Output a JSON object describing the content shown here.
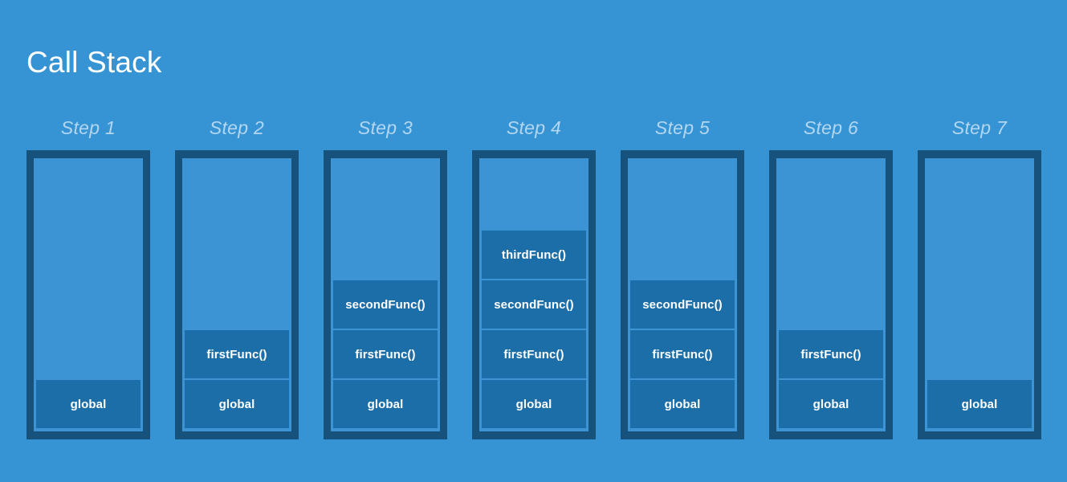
{
  "page": {
    "title": "Call Stack",
    "background_color": "#3694d5"
  },
  "colors": {
    "background": "#3694d5",
    "stack_border": "#17527d",
    "stack_interior": "#3d94d4",
    "frame_fill": "#1c6ea8",
    "title_text": "#ffffff",
    "step_label_text": "rgba(255,255,255,0.62)",
    "frame_text": "#ffffff"
  },
  "steps": [
    {
      "label": "Step 1",
      "frames": [
        {
          "name": "global"
        }
      ]
    },
    {
      "label": "Step 2",
      "frames": [
        {
          "name": "firstFunc()"
        },
        {
          "name": "global"
        }
      ]
    },
    {
      "label": "Step 3",
      "frames": [
        {
          "name": "secondFunc()"
        },
        {
          "name": "firstFunc()"
        },
        {
          "name": "global"
        }
      ]
    },
    {
      "label": "Step 4",
      "frames": [
        {
          "name": "thirdFunc()"
        },
        {
          "name": "secondFunc()"
        },
        {
          "name": "firstFunc()"
        },
        {
          "name": "global"
        }
      ]
    },
    {
      "label": "Step 5",
      "frames": [
        {
          "name": "secondFunc()"
        },
        {
          "name": "firstFunc()"
        },
        {
          "name": "global"
        }
      ]
    },
    {
      "label": "Step 6",
      "frames": [
        {
          "name": "firstFunc()"
        },
        {
          "name": "global"
        }
      ]
    },
    {
      "label": "Step 7",
      "frames": [
        {
          "name": "global"
        }
      ]
    }
  ]
}
